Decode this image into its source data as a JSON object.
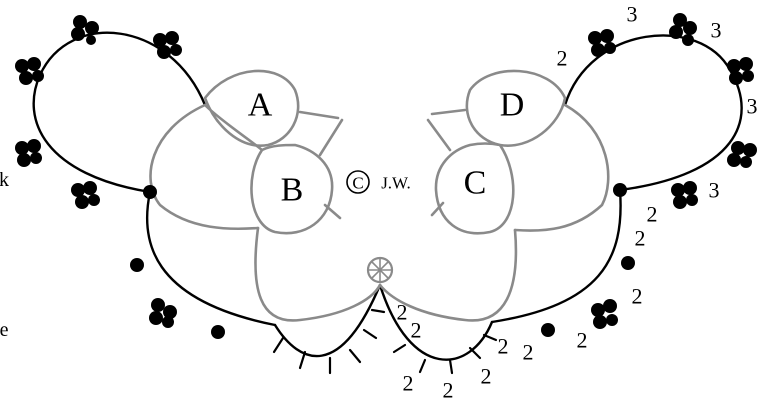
{
  "diagram": {
    "rings": [
      {
        "id": "A",
        "label": "A"
      },
      {
        "id": "B",
        "label": "B"
      },
      {
        "id": "C",
        "label": "C"
      },
      {
        "id": "D",
        "label": "D"
      }
    ],
    "copyright_symbol": "C",
    "copyright_text": "J.W.",
    "picot_counts": [
      "2",
      "2",
      "2",
      "2",
      "2",
      "2",
      "2",
      "2",
      "2",
      "2",
      "2",
      "3",
      "3",
      "3",
      "3"
    ],
    "edge_letters": [
      "k",
      "e"
    ]
  }
}
